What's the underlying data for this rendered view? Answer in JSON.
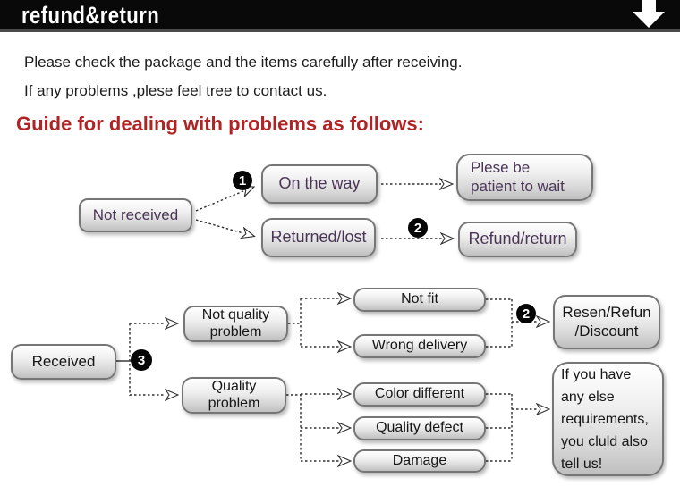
{
  "banner": {
    "title": "refund&return",
    "icon": "down-arrow"
  },
  "intro": {
    "line1": "Please check the package and the items carefully after receiving.",
    "line2": "If any problems ,plese feel tree to contact us."
  },
  "heading": "Guide for dealing with problems as follows:",
  "colors": {
    "banner_bg": "#090909",
    "heading_red": "#b02425",
    "node_text_purple": "#4b3556",
    "node_text_dark": "#161616",
    "node_border": "#767676"
  },
  "flow1": {
    "nodes": {
      "not_received": "Not received",
      "on_the_way": "On the way",
      "returned_lost": "Returned/lost",
      "patient": "Plese be\npatient to wait",
      "refund_return": "Refund/return"
    },
    "badges": {
      "b1": "1",
      "b2": "2"
    }
  },
  "flow2": {
    "nodes": {
      "received": "Received",
      "not_quality": "Not quality\nproblem",
      "quality": "Quality\nproblem",
      "not_fit": "Not fit",
      "wrong_delivery": "Wrong delivery",
      "color_different": "Color different",
      "quality_defect": "Quality defect",
      "damage": "Damage",
      "resen": "Resen/Refun\n/Discount",
      "more_requirements": "If you have\nany else\nrequirements,\nyou cluld also\ntell us!"
    },
    "badges": {
      "b2": "2",
      "b3": "3"
    }
  }
}
